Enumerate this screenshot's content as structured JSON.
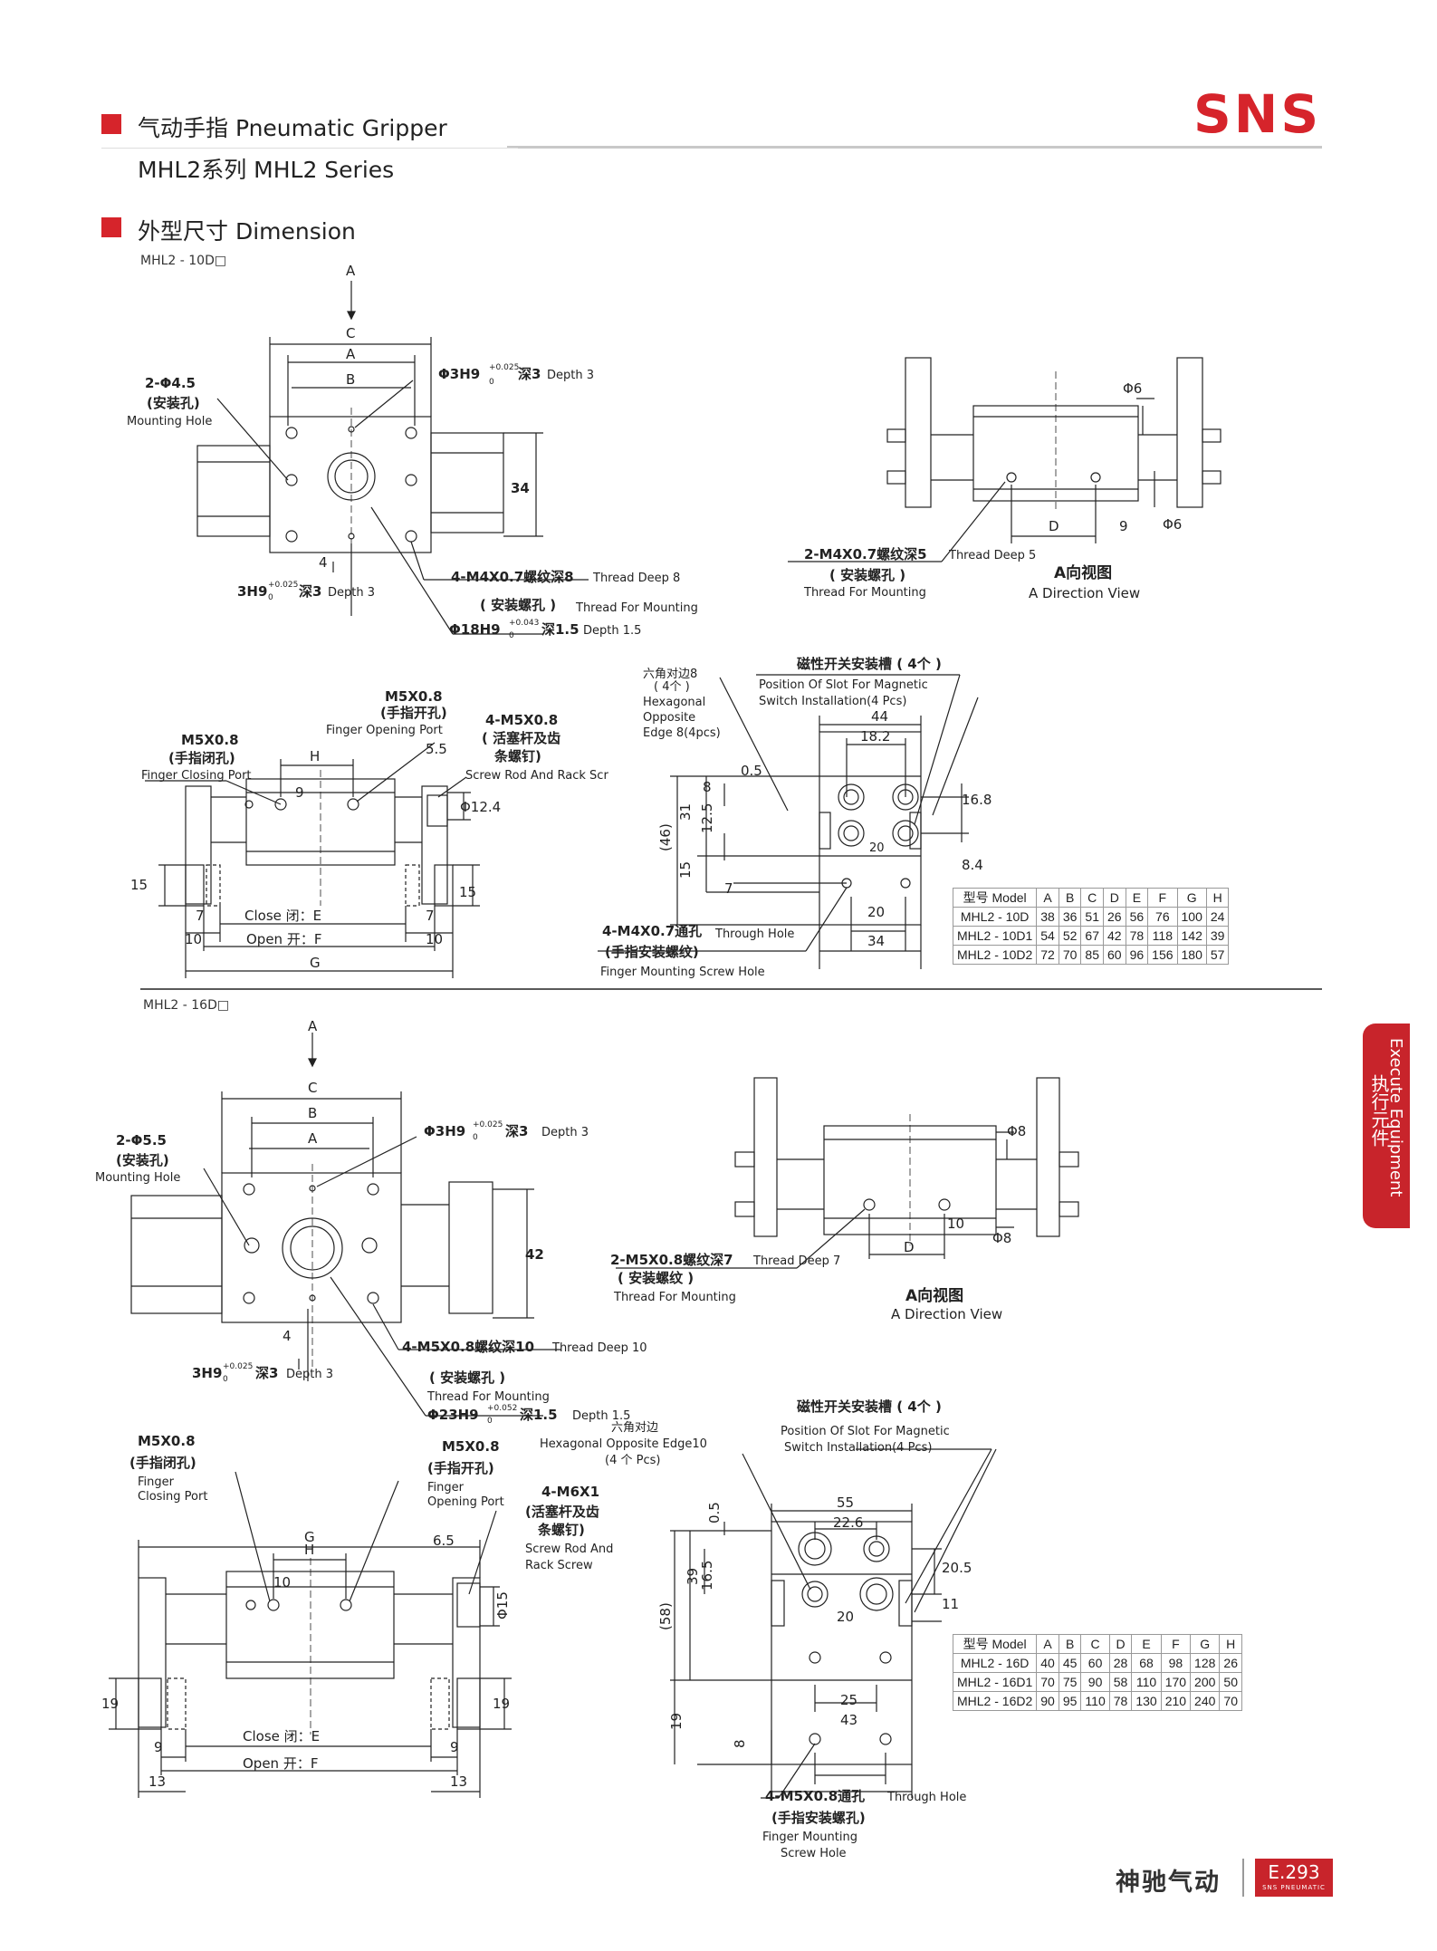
{
  "header": {
    "product_title": "气动手指 Pneumatic Gripper",
    "series_title": "MHL2系列 MHL2 Series",
    "brand": "SNS"
  },
  "section": {
    "title": "外型尺寸 Dimension"
  },
  "side_tab": {
    "english": "Execute Equipment",
    "chinese": "执行元件"
  },
  "footer": {
    "company": "神驰气动",
    "page": "E.293",
    "sub": "SNS PNEUMATIC"
  },
  "drawing10": {
    "model_label": "MHL2 - 10D□",
    "top": {
      "arrow_a": "A",
      "c": "C",
      "a": "A",
      "b": "B",
      "hole": "2-Φ4.5",
      "hole_cn": "(安装孔)",
      "hole_en": "Mounting Hole",
      "bore": "Φ3H9",
      "bore_tol": "+0.025",
      "bore_tol0": "0",
      "bore_depth": "深3",
      "bore_depth_en": "Depth 3",
      "dim34": "34",
      "dim4": "4",
      "pin": "3H9",
      "pin_tol": "+0.025",
      "pin_tol0": "0",
      "pin_depth": "深3",
      "pin_depth_en": "Depth 3",
      "thread": "4-M4X0.7螺纹深8",
      "thread_en": "Thread Deep 8",
      "thread_cn": "( 安装螺孔 )",
      "thread_mount": "Thread For Mounting",
      "counter": "Φ18H9",
      "counter_tol": "+0.043",
      "counter_tol0": "0",
      "counter_depth": "深1.5",
      "counter_depth_en": "Depth 1.5"
    },
    "side": {
      "phi6a": "Φ6",
      "phi6b": "Φ6",
      "d": "D",
      "nine": "9",
      "thread": "2-M4X0.7螺纹深5",
      "thread_en": "Thread Deep 5",
      "thread_cn": "( 安装螺孔 )",
      "thread_mount": "Thread For Mounting",
      "view_cn": "A向视图",
      "view_en": "A Direction View"
    },
    "front": {
      "close_port": "M5X0.8",
      "close_cn": "(手指闭孔)",
      "close_en": "Finger Closing Port",
      "open_port": "M5X0.8",
      "open_cn": "(手指开孔)",
      "open_en": "Finger Opening Port",
      "screw": "4-M5X0.8",
      "screw_cn1": "( 活塞杆及齿",
      "screw_cn2": "条螺钉)",
      "screw_en": "Screw Rod And Rack Scr",
      "h": "H",
      "nine": "9",
      "d55": "5.5",
      "phi124": "Φ12.4",
      "d15a": "15",
      "d15b": "15",
      "d7a": "7",
      "d7b": "7",
      "d10a": "10",
      "d10b": "10",
      "close_lbl": "Close 闭：E",
      "open_lbl": "Open 开：F",
      "g": "G"
    },
    "end": {
      "hex_cn": "六角对边8",
      "hex_pcs": "( 4个 )",
      "hex_en1": "Hexagonal",
      "hex_en2": "Opposite",
      "hex_en3": "Edge 8(4pcs)",
      "slot_cn": "磁性开关安装槽 ( 4个 )",
      "slot_en1": "Position Of Slot For Magnetic",
      "slot_en2": "Switch Installation(4 Pcs)",
      "d44": "44",
      "d182": "18.2",
      "d05": "0.5",
      "d8": "8",
      "d31": "31",
      "d125": "12.5",
      "d46": "(46)",
      "d15": "15",
      "d7": "7",
      "d168": "16.8",
      "d84": "8.4",
      "d20a": "20",
      "d20b": "20",
      "d34": "34",
      "through": "4-M4X0.7通孔",
      "through_en": "Through Hole",
      "through_cn": "(手指安装螺纹)",
      "through_mount": "Finger Mounting Screw Hole"
    },
    "table": {
      "headers": [
        "型号 Model",
        "A",
        "B",
        "C",
        "D",
        "E",
        "F",
        "G",
        "H"
      ],
      "rows": [
        [
          "MHL2 - 10D",
          "38",
          "36",
          "51",
          "26",
          "56",
          "76",
          "100",
          "24"
        ],
        [
          "MHL2 - 10D1",
          "54",
          "52",
          "67",
          "42",
          "78",
          "118",
          "142",
          "39"
        ],
        [
          "MHL2 - 10D2",
          "72",
          "70",
          "85",
          "60",
          "96",
          "156",
          "180",
          "57"
        ]
      ]
    }
  },
  "drawing16": {
    "model_label": "MHL2 - 16D□",
    "top": {
      "arrow_a": "A",
      "c": "C",
      "b": "B",
      "a": "A",
      "hole": "2-Φ5.5",
      "hole_cn": "(安装孔)",
      "hole_en": "Mounting Hole",
      "bore": "Φ3H9",
      "bore_tol": "+0.025",
      "bore_tol0": "0",
      "bore_depth": "深3",
      "bore_depth_en": "Depth 3",
      "dim42": "42",
      "dim4": "4",
      "pin": "3H9",
      "pin_tol": "+0.025",
      "pin_tol0": "0",
      "pin_depth": "深3",
      "pin_depth_en": "Depth 3",
      "thread": "4-M5X0.8螺纹深10",
      "thread_en": "Thread Deep 10",
      "thread_cn": "( 安装螺孔 )",
      "thread_mount": "Thread For Mounting",
      "counter": "Φ23H9",
      "counter_tol": "+0.052",
      "counter_tol0": "0",
      "counter_depth": "深1.5",
      "counter_depth_en": "Depth 1.5"
    },
    "side": {
      "phi8a": "Φ8",
      "phi8b": "Φ8",
      "d": "D",
      "ten": "10",
      "thread": "2-M5X0.8螺纹深7",
      "thread_en": "Thread Deep 7",
      "thread_cn": "( 安装螺纹 )",
      "thread_mount": "Thread For Mounting",
      "view_cn": "A向视图",
      "view_en": "A Direction View"
    },
    "front": {
      "close_port": "M5X0.8",
      "close_cn": "(手指闭孔)",
      "close_en1": "Finger",
      "close_en2": "Closing Port",
      "open_port": "M5X0.8",
      "open_cn": "(手指开孔)",
      "open_en1": "Finger",
      "open_en2": "Opening Port",
      "screw": "4-M6X1",
      "screw_cn1": "(活塞杆及齿",
      "screw_cn2": "条螺钉)",
      "screw_en1": "Screw Rod And",
      "screw_en2": "Rack Screw",
      "g": "G",
      "h": "H",
      "ten": "10",
      "d65": "6.5",
      "phi15": "Φ15",
      "d19a": "19",
      "d19b": "19",
      "d9a": "9",
      "d9b": "9",
      "d13a": "13",
      "d13b": "13",
      "close_lbl": "Close 闭：E",
      "open_lbl": "Open 开：F"
    },
    "end": {
      "hex_cn": "六角对边",
      "hex_en": "Hexagonal Opposite Edge10",
      "hex_pcs": "(4 个 Pcs)",
      "slot_cn": "磁性开关安装槽 ( 4个 )",
      "slot_en1": "Position Of Slot For Magnetic",
      "slot_en2": "Switch Installation(4 Pcs)",
      "d55": "55",
      "d226": "22.6",
      "d05": "0.5",
      "d39": "39",
      "d165": "16.5",
      "d58": "(58)",
      "d19": "19",
      "d8": "8",
      "d205": "20.5",
      "d11": "11",
      "d20": "20",
      "d25": "25",
      "d43": "43",
      "through": "4-M5X0.8通孔",
      "through_en": "Through Hole",
      "through_cn": "(手指安装螺孔)",
      "through_mount1": "Finger Mounting",
      "through_mount2": "Screw Hole"
    },
    "table": {
      "headers": [
        "型号 Model",
        "A",
        "B",
        "C",
        "D",
        "E",
        "F",
        "G",
        "H"
      ],
      "rows": [
        [
          "MHL2 - 16D",
          "40",
          "45",
          "60",
          "28",
          "68",
          "98",
          "128",
          "26"
        ],
        [
          "MHL2 - 16D1",
          "70",
          "75",
          "90",
          "58",
          "110",
          "170",
          "200",
          "50"
        ],
        [
          "MHL2 - 16D2",
          "90",
          "95",
          "110",
          "78",
          "130",
          "210",
          "240",
          "70"
        ]
      ]
    }
  }
}
